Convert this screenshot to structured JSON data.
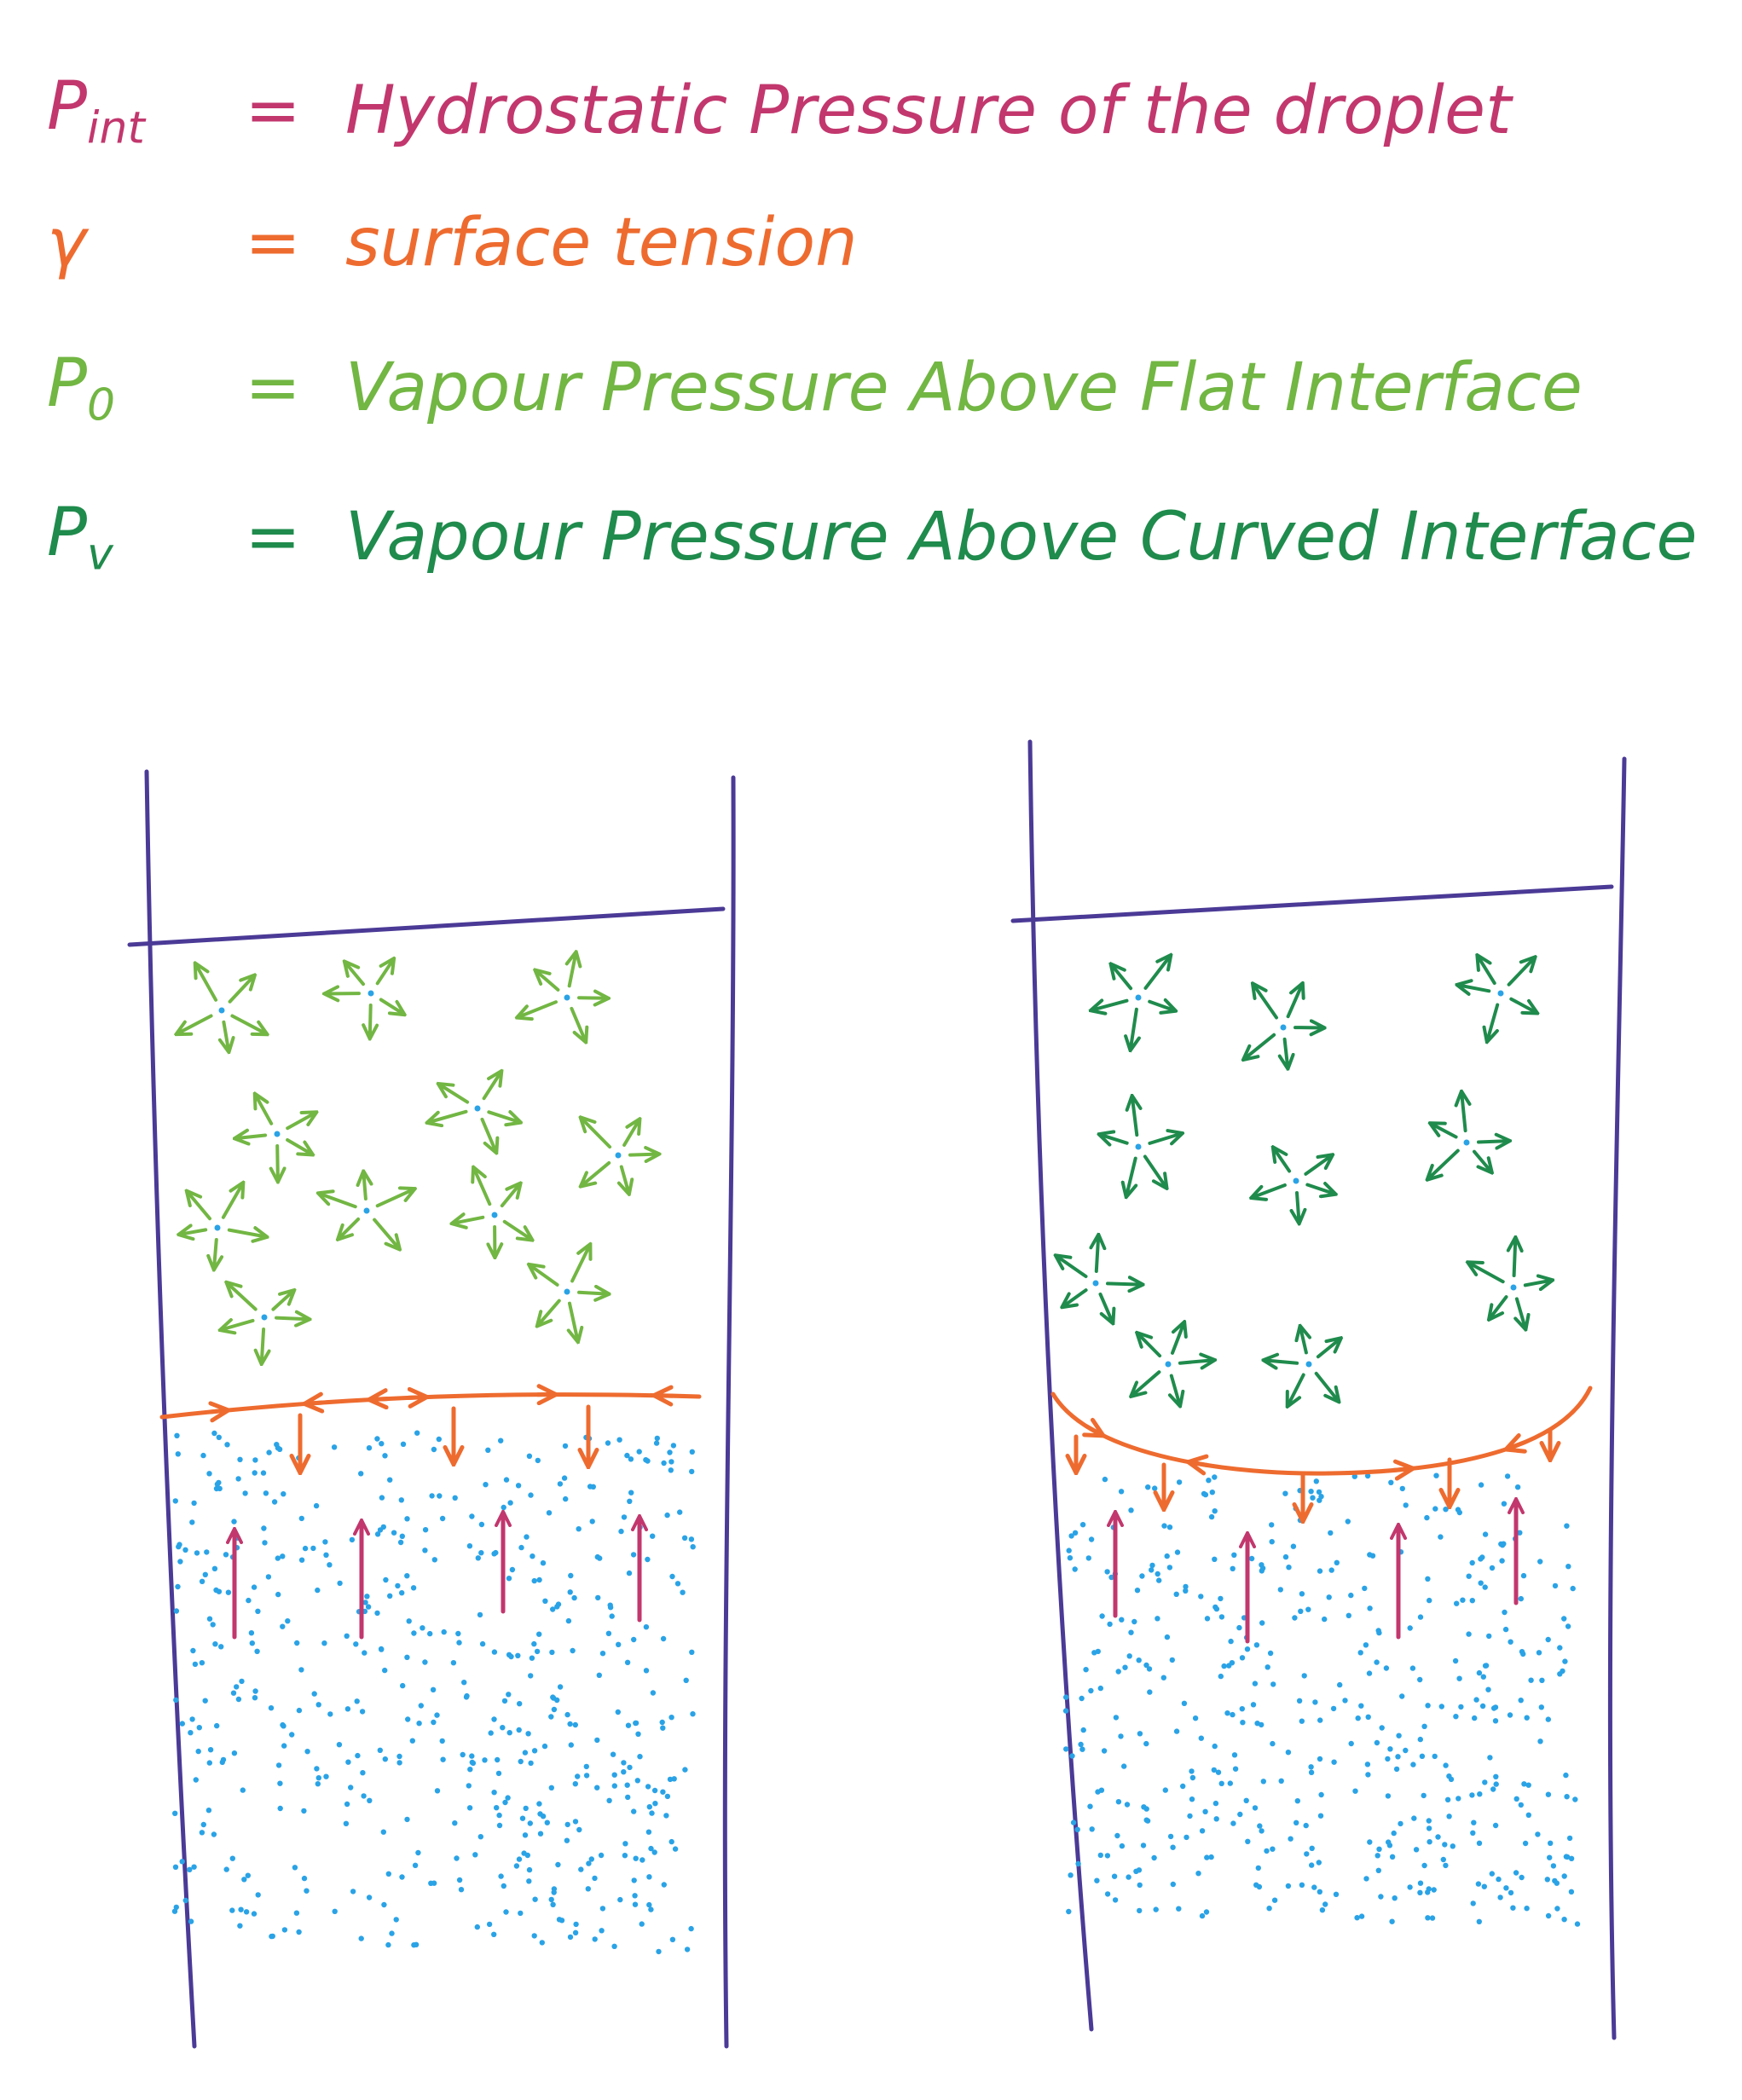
{
  "legend": [
    {
      "symbol": "P",
      "subscript": "int",
      "equals": "=",
      "meaning": "Hydrostatic Pressure of the droplet",
      "color": "#c2376d"
    },
    {
      "symbol": "γ",
      "subscript": "",
      "equals": "=",
      "meaning": "surface tension",
      "color": "#ee6b2f"
    },
    {
      "symbol": "P",
      "subscript": "0",
      "equals": "=",
      "meaning": "Vapour Pressure Above Flat Interface",
      "color": "#72b643"
    },
    {
      "symbol": "P",
      "subscript": "v",
      "equals": "=",
      "meaning": "Vapour Pressure Above Curved Interface",
      "color": "#1f8b4c"
    }
  ],
  "diagram": {
    "panels": [
      {
        "name": "flat-interface",
        "interface": "flat",
        "vapour_color": "#72b643"
      },
      {
        "name": "curved-interface",
        "interface": "curved",
        "vapour_color": "#1f8b4c"
      }
    ],
    "colors": {
      "container": "#4b3a96",
      "liquid_dots": "#2aa3e6",
      "surface_tension": "#ee6b2f",
      "hydrostatic_pressure": "#c2376d"
    }
  }
}
